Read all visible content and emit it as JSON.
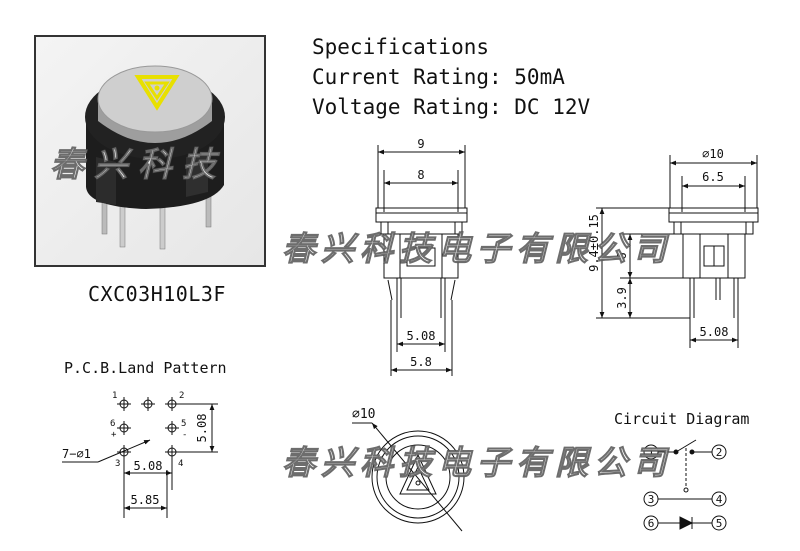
{
  "photo": {
    "watermark": "春兴科技"
  },
  "model": "CXC03H10L3F",
  "specifications": {
    "title": "Specifications",
    "current": "Current Rating: 50mA",
    "voltage": "Voltage Rating: DC 12V"
  },
  "front_view": {
    "dim_top": "9",
    "dim_body": "8",
    "dim_pins": "5.08",
    "dim_bottom": "5.8"
  },
  "side_view": {
    "dim_dia": "⌀10",
    "dim_inner": "6.5",
    "dim_height": "9.4±0.15",
    "dim_body_h": "6",
    "dim_pin_h": "3.9",
    "dim_pins": "5.08"
  },
  "top_view": {
    "dim_dia": "⌀10"
  },
  "pcb": {
    "title": "P.C.B.Land Pattern",
    "hole_label": "7−⌀1",
    "dim_v": "5.08",
    "dim_h1": "5.08",
    "dim_h2": "5.85",
    "pins": [
      "1",
      "2",
      "6",
      "5",
      "3",
      "4"
    ],
    "plus": "+",
    "minus": "-"
  },
  "circuit": {
    "title": "Circuit Diagram",
    "nodes": [
      "1",
      "2",
      "3",
      "4",
      "6",
      "5"
    ]
  },
  "watermarks": {
    "line1": "春兴科技电子有限公司",
    "line2": "春兴科技电子有限公司"
  },
  "colors": {
    "cap": "#c9c9c9",
    "body": "#1a1a1a",
    "triangle": "#e8e000"
  }
}
